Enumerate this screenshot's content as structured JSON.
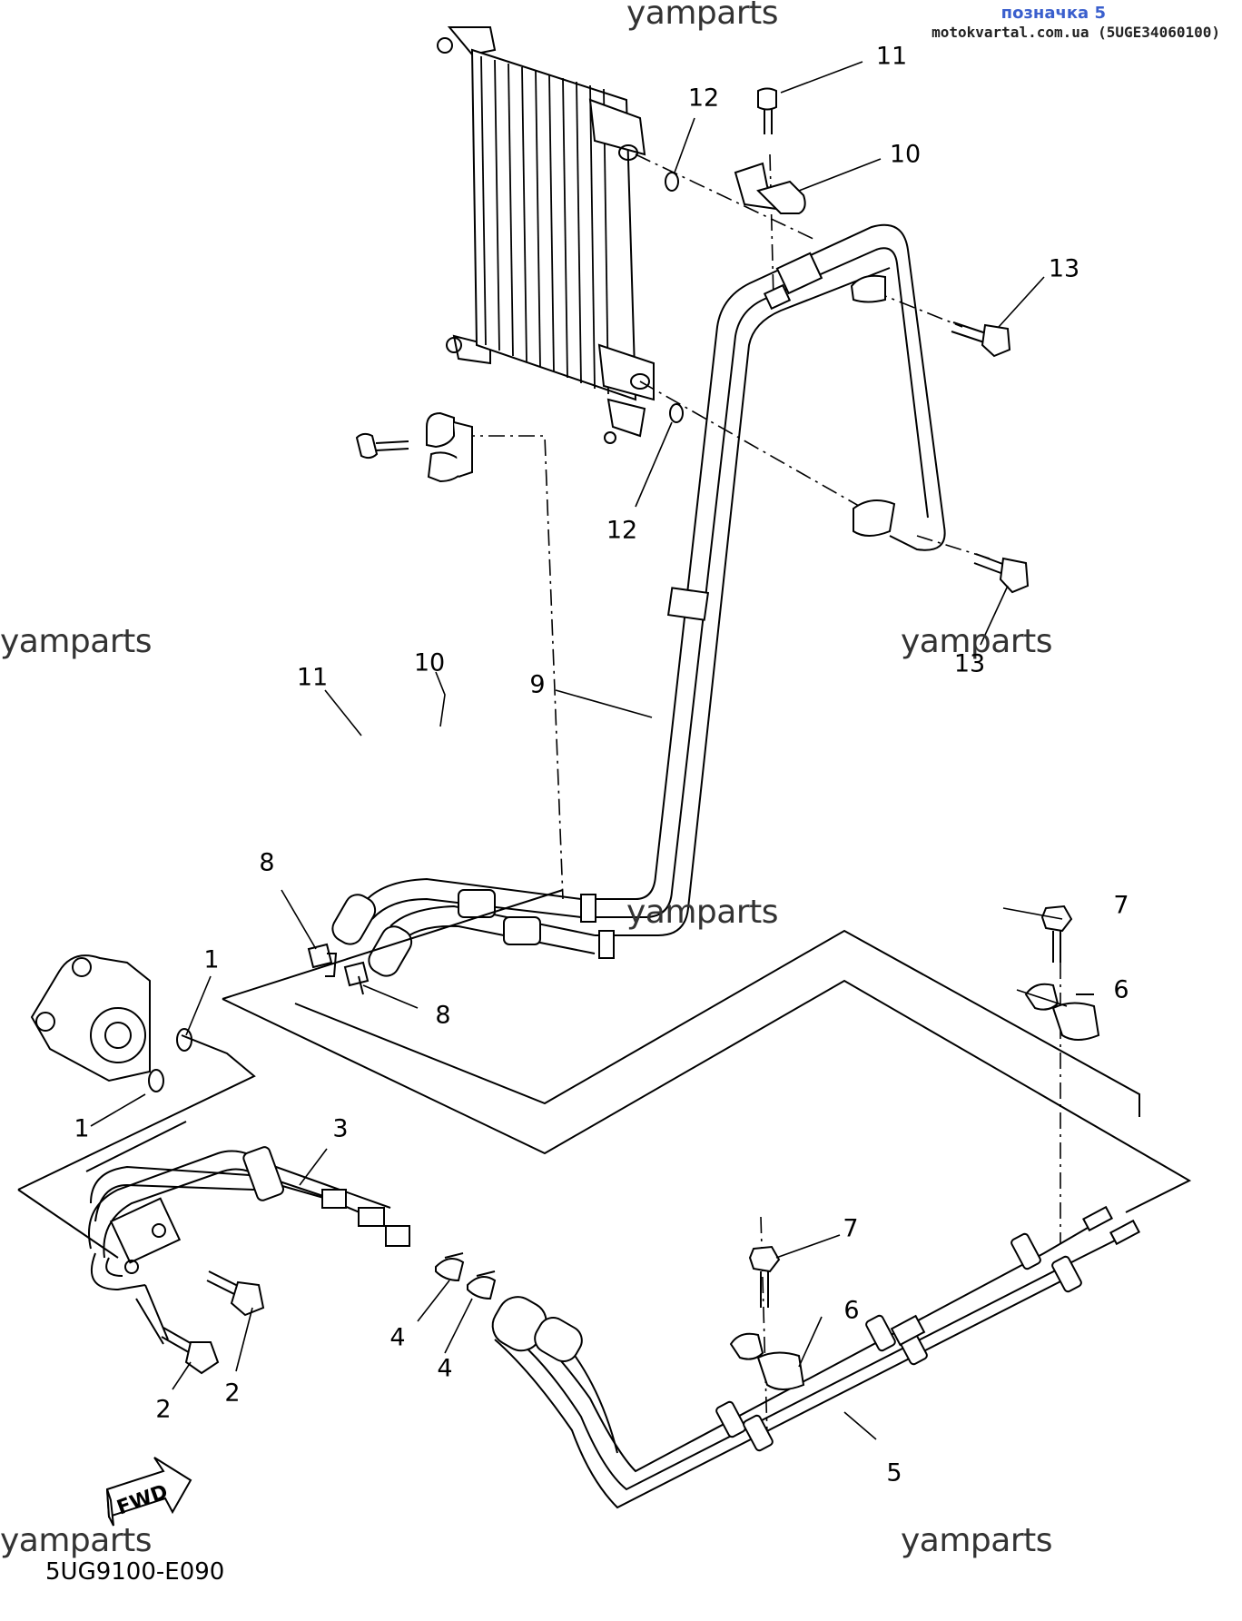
{
  "header": {
    "tag": "позначка 5",
    "source": "motokvartal.com.ua (5UGE34060100)"
  },
  "watermarks": [
    "yamparts",
    "yamparts",
    "yamparts",
    "yamparts",
    "yamparts",
    "yamparts"
  ],
  "diagram_code": "5UG9100-E090",
  "fwd_label": "FWD",
  "callouts": [
    "1",
    "1",
    "2",
    "2",
    "3",
    "4",
    "4",
    "5",
    "6",
    "6",
    "7",
    "7",
    "8",
    "8",
    "9",
    "10",
    "10",
    "11",
    "11",
    "12",
    "12",
    "13",
    "13"
  ]
}
